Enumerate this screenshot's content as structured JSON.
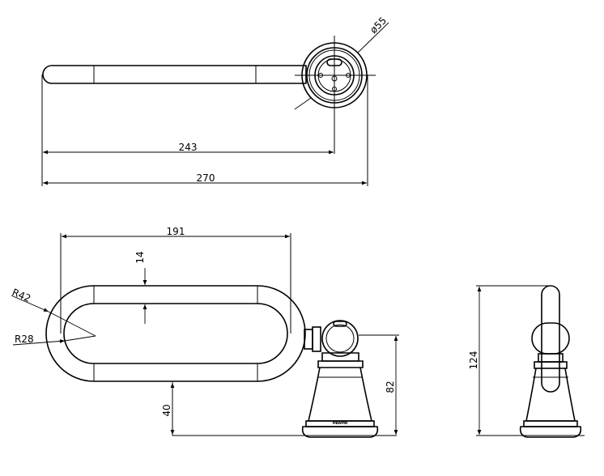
{
  "dimensions": {
    "top_overall": "270",
    "top_inner": "243",
    "top_diameter": "ø55",
    "front_width": "191",
    "front_thickness": "14",
    "front_outer_radius": "R42",
    "front_inner_radius": "R28",
    "front_bottom_offset": "40",
    "front_height": "82",
    "side_height": "124"
  },
  "brand_mark": "MBWMN"
}
